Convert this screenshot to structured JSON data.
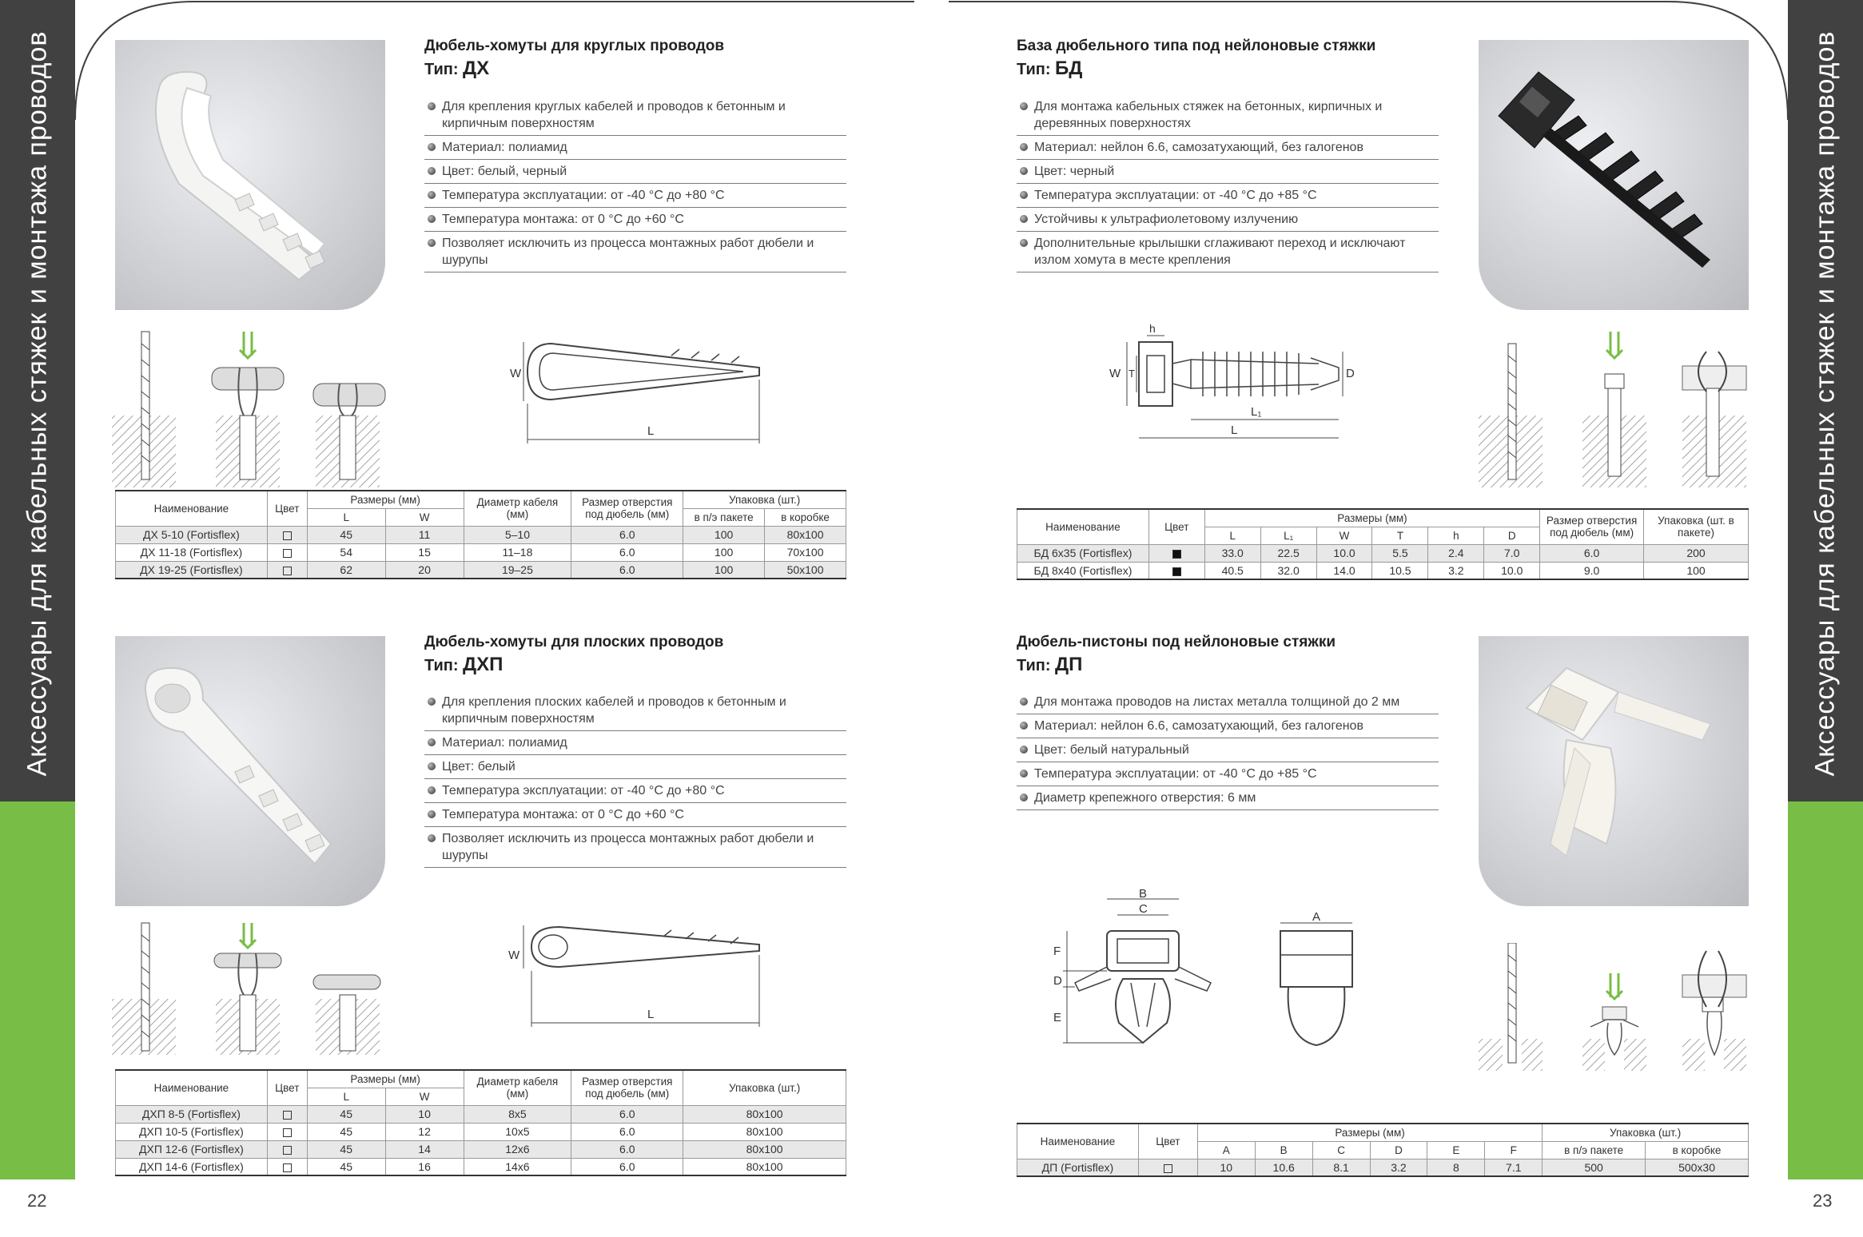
{
  "sidebar": {
    "text": "Аксессуары для кабельных стяжек и монтажа проводов"
  },
  "pages": {
    "left": "22",
    "right": "23"
  },
  "colors": {
    "sidebar_dark": "#414141",
    "sidebar_green": "#78be46"
  },
  "dh": {
    "title": "Дюбель-хомуты для круглых проводов",
    "type_prefix": "Тип: ",
    "type_code": "ДХ",
    "features": [
      "Для крепления круглых кабелей и проводов к бетонным и кирпичным поверхностям",
      "Материал: полиамид",
      "Цвет: белый, черный",
      "Температура эксплуатации: от -40 °C до +80 °C",
      "Температура монтажа: от 0 °C до +60 °C",
      "Позволяет исключить из процесса монтажных работ дюбели и шурупы"
    ],
    "dim_w": "W",
    "dim_l": "L",
    "table": {
      "h_name": "Наименование",
      "h_color": "Цвет",
      "h_sizes": "Размеры (мм)",
      "h_l": "L",
      "h_w": "W",
      "h_diam": "Диаметр кабеля (мм)",
      "h_hole": "Размер отверстия под дюбель (мм)",
      "h_pack": "Упаковка (шт.)",
      "h_bag": "в п/э пакете",
      "h_box": "в коробке",
      "rows": [
        {
          "name": "ДХ 5-10 (Fortisflex)",
          "l": "45",
          "w": "11",
          "diam": "5–10",
          "hole": "6.0",
          "bag": "100",
          "box": "80x100"
        },
        {
          "name": "ДХ 11-18 (Fortisflex)",
          "l": "54",
          "w": "15",
          "diam": "11–18",
          "hole": "6.0",
          "bag": "100",
          "box": "70x100"
        },
        {
          "name": "ДХ 19-25 (Fortisflex)",
          "l": "62",
          "w": "20",
          "diam": "19–25",
          "hole": "6.0",
          "bag": "100",
          "box": "50x100"
        }
      ]
    }
  },
  "dhp": {
    "title": "Дюбель-хомуты для плоских проводов",
    "type_prefix": "Тип: ",
    "type_code": "ДХП",
    "features": [
      "Для крепления плоских кабелей и проводов к бетонным и кирпичным поверхностям",
      "Материал: полиамид",
      "Цвет: белый",
      "Температура эксплуатации: от -40 °C до +80 °C",
      "Температура монтажа: от 0 °C до +60 °C",
      "Позволяет исключить из процесса монтажных работ дюбели и шурупы"
    ],
    "dim_w": "W",
    "dim_l": "L",
    "table": {
      "h_name": "Наименование",
      "h_color": "Цвет",
      "h_sizes": "Размеры (мм)",
      "h_l": "L",
      "h_w": "W",
      "h_diam": "Диаметр кабеля (мм)",
      "h_hole": "Размер отверстия под дюбель (мм)",
      "h_pack": "Упаковка (шт.)",
      "rows": [
        {
          "name": "ДХП 8-5 (Fortisflex)",
          "l": "45",
          "w": "10",
          "diam": "8x5",
          "hole": "6.0",
          "pack": "80x100"
        },
        {
          "name": "ДХП 10-5 (Fortisflex)",
          "l": "45",
          "w": "12",
          "diam": "10x5",
          "hole": "6.0",
          "pack": "80x100"
        },
        {
          "name": "ДХП 12-6 (Fortisflex)",
          "l": "45",
          "w": "14",
          "diam": "12x6",
          "hole": "6.0",
          "pack": "80x100"
        },
        {
          "name": "ДХП 14-6 (Fortisflex)",
          "l": "45",
          "w": "16",
          "diam": "14x6",
          "hole": "6.0",
          "pack": "80x100"
        }
      ]
    }
  },
  "bd": {
    "title": "База дюбельного типа под нейлоновые стяжки",
    "type_prefix": "Тип: ",
    "type_code": "БД",
    "features": [
      "Для монтажа кабельных стяжек на бетонных, кирпичных и деревянных поверхностях",
      "Материал: нейлон 6.6, самозатухающий, без галогенов",
      "Цвет: черный",
      "Температура эксплуатации: от -40 °C до +85 °C",
      "Устойчивы к ультрафиолетовому излучению",
      "Дополнительные крылышки сглаживают переход и исключают излом хомута в месте крепления"
    ],
    "dims": {
      "h": "h",
      "w": "W",
      "t": "T",
      "d": "D",
      "l1": "L₁",
      "l": "L"
    },
    "table": {
      "h_name": "Наименование",
      "h_color": "Цвет",
      "h_sizes": "Размеры (мм)",
      "h_l": "L",
      "h_l1": "L₁",
      "h_w": "W",
      "h_t": "T",
      "h_h": "h",
      "h_d": "D",
      "h_hole": "Размер отверстия под дюбель (мм)",
      "h_pack": "Упаковка (шт. в пакете)",
      "rows": [
        {
          "name": "БД 6x35 (Fortisflex)",
          "l": "33.0",
          "l1": "22.5",
          "w": "10.0",
          "t": "5.5",
          "h": "2.4",
          "d": "7.0",
          "hole": "6.0",
          "pack": "200"
        },
        {
          "name": "БД 8x40 (Fortisflex)",
          "l": "40.5",
          "l1": "32.0",
          "w": "14.0",
          "t": "10.5",
          "h": "3.2",
          "d": "10.0",
          "hole": "9.0",
          "pack": "100"
        }
      ]
    }
  },
  "dp": {
    "title": "Дюбель-пистоны под нейлоновые стяжки",
    "type_prefix": "Тип: ",
    "type_code": "ДП",
    "features": [
      "Для монтажа проводов на листах металла толщиной до 2 мм",
      "Материал: нейлон 6.6, самозатухающий, без галогенов",
      "Цвет: белый натуральный",
      "Температура эксплуатации: от -40 °C до +85 °C",
      "Диаметр крепежного отверстия: 6 мм"
    ],
    "dims": {
      "a": "A",
      "b": "B",
      "c": "C",
      "d": "D",
      "e": "E",
      "f": "F"
    },
    "table": {
      "h_name": "Наименование",
      "h_color": "Цвет",
      "h_sizes": "Размеры (мм)",
      "h_a": "A",
      "h_b": "B",
      "h_c": "C",
      "h_d": "D",
      "h_e": "E",
      "h_f": "F",
      "h_pack": "Упаковка (шт.)",
      "h_bag": "в п/э пакете",
      "h_box": "в коробке",
      "rows": [
        {
          "name": "ДП (Fortisflex)",
          "a": "10",
          "b": "10.6",
          "c": "8.1",
          "d": "3.2",
          "e": "8",
          "f": "7.1",
          "bag": "500",
          "box": "500x30"
        }
      ]
    }
  }
}
